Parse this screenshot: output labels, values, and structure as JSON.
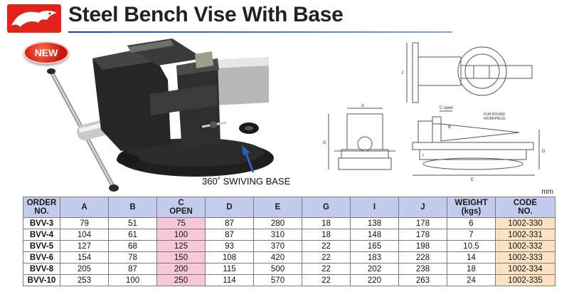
{
  "header": {
    "title": "Steel Bench Vise With Base",
    "badge": "NEW"
  },
  "caption": "360˚ SWIVING BASE",
  "drawing_labels": {
    "a": "A",
    "b": "B",
    "c_open": "C open",
    "d": "D",
    "e": "E",
    "g": "G",
    "i": "I",
    "j": "J",
    "note": "FOR ROUND WORKPIECE",
    "note_line1": "FOR ROUND",
    "note_line2": "WORKPIECE"
  },
  "unit": "mm",
  "table": {
    "headers": [
      {
        "line1": "ORDER",
        "line2": "NO."
      },
      {
        "line1": "A",
        "line2": ""
      },
      {
        "line1": "B",
        "line2": ""
      },
      {
        "line1": "C",
        "line2": "OPEN"
      },
      {
        "line1": "D",
        "line2": ""
      },
      {
        "line1": "E",
        "line2": ""
      },
      {
        "line1": "G",
        "line2": ""
      },
      {
        "line1": "I",
        "line2": ""
      },
      {
        "line1": "J",
        "line2": ""
      },
      {
        "line1": "WEIGHT",
        "line2": "(kgs)"
      },
      {
        "line1": "CODE",
        "line2": "NO."
      }
    ],
    "rows": [
      [
        "BVV-3",
        "79",
        "51",
        "75",
        "87",
        "280",
        "18",
        "138",
        "178",
        "6",
        "1002-330"
      ],
      [
        "BVV-4",
        "104",
        "61",
        "100",
        "87",
        "310",
        "18",
        "148",
        "178",
        "7",
        "1002-331"
      ],
      [
        "BVV-5",
        "127",
        "68",
        "125",
        "93",
        "370",
        "22",
        "165",
        "198",
        "10.5",
        "1002-332"
      ],
      [
        "BVV-6",
        "154",
        "78",
        "150",
        "108",
        "420",
        "22",
        "183",
        "228",
        "14",
        "1002-333"
      ],
      [
        "BVV-8",
        "205",
        "87",
        "200",
        "115",
        "500",
        "22",
        "202",
        "238",
        "18",
        "1002-334"
      ],
      [
        "BVV-10",
        "253",
        "100",
        "250",
        "114",
        "570",
        "22",
        "220",
        "263",
        "24",
        "1002-335"
      ]
    ]
  },
  "colors": {
    "logo": "#e2231a",
    "header_row": "#c3ccec",
    "c_open_col": "#f8c8d8",
    "code_col": "#fbe2c2",
    "arrow": "#2a63b8"
  }
}
